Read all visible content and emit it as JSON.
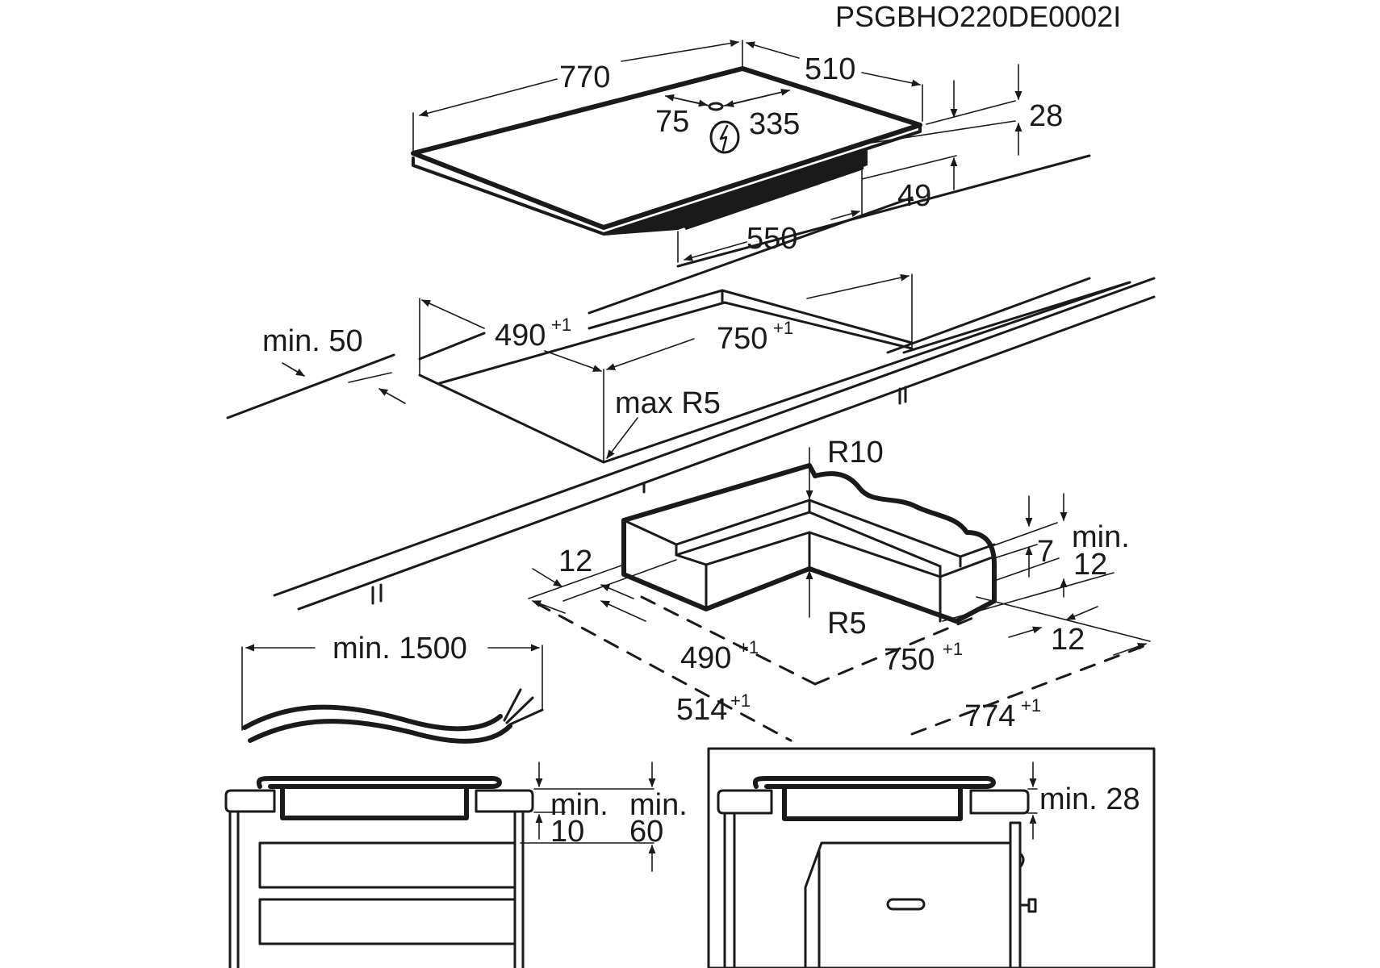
{
  "document_code": "PSGBHO220DE0002I",
  "hob": {
    "width": "770",
    "depth": "510",
    "thickness": "28",
    "body_height": "49",
    "body_width": "550",
    "cable_offset_left": "75",
    "cable_offset_right": "335",
    "power_icon": "lightning-bolt-in-circle"
  },
  "cutout": {
    "depth": "490",
    "depth_tol": "+1",
    "width": "750",
    "width_tol": "+1",
    "edge_distance": "min. 50",
    "corner_radius": "max R5"
  },
  "flush_mount": {
    "top_radius": "R10",
    "inner_radius": "R5",
    "step_depth": "7",
    "min_label": "min.",
    "min_value": "12",
    "rebate_left": "12",
    "rebate_right": "12",
    "inner_depth": "490",
    "inner_depth_tol": "+1",
    "inner_width": "750",
    "inner_width_tol": "+1",
    "outer_depth": "514",
    "outer_depth_tol": "+1",
    "outer_width": "774",
    "outer_width_tol": "+1"
  },
  "cable": {
    "length": "min. 1500"
  },
  "drawer_install": {
    "gap_label": "min.",
    "gap_value": "10",
    "clear_label": "min.",
    "clear_value": "60"
  },
  "oven_install": {
    "clearance": "min. 28"
  }
}
